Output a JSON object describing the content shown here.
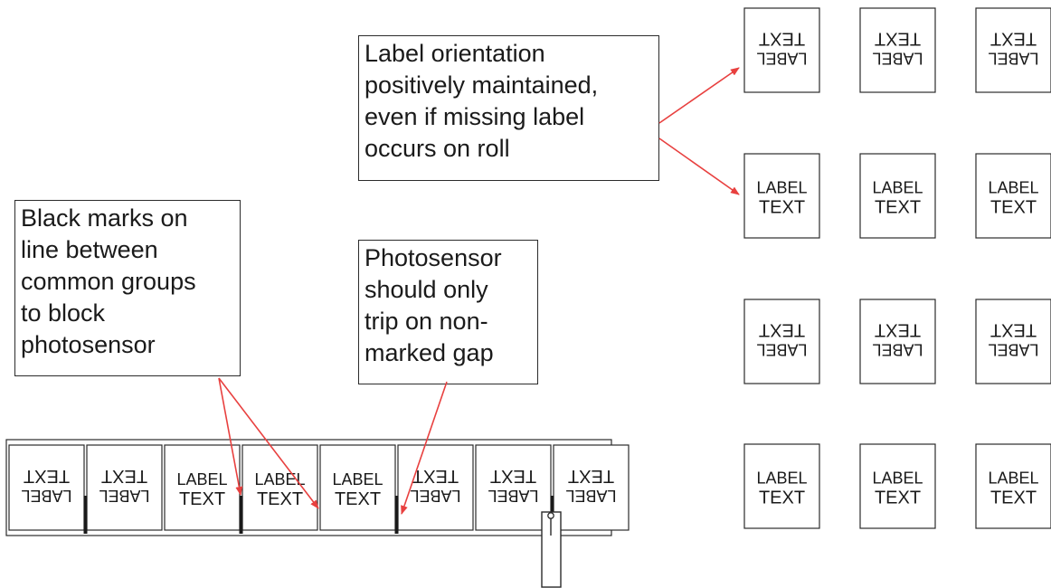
{
  "callouts": {
    "orientation": {
      "lines": [
        "Label orientation",
        "positively maintained,",
        "even if missing label",
        "occurs on roll"
      ]
    },
    "black_marks": {
      "lines": [
        "Black marks on",
        "line between",
        "common groups",
        "to block",
        "photosensor"
      ]
    },
    "photosensor": {
      "lines": [
        "Photosensor",
        "should only",
        "trip on non-",
        "marked gap"
      ]
    }
  },
  "label": {
    "line1": "LABEL",
    "line2": "TEXT"
  },
  "roll": {
    "orientations": [
      "flipped",
      "flipped",
      "upright",
      "upright",
      "upright",
      "flipped",
      "flipped",
      "flipped"
    ],
    "marked_gaps_after": [
      2,
      4,
      6
    ]
  },
  "label_grid": {
    "rows": [
      "flipped",
      "upright",
      "flipped",
      "upright"
    ],
    "columns": 3
  },
  "colors": {
    "arrow": "#e8403f",
    "outline": "#2b2b2b"
  }
}
